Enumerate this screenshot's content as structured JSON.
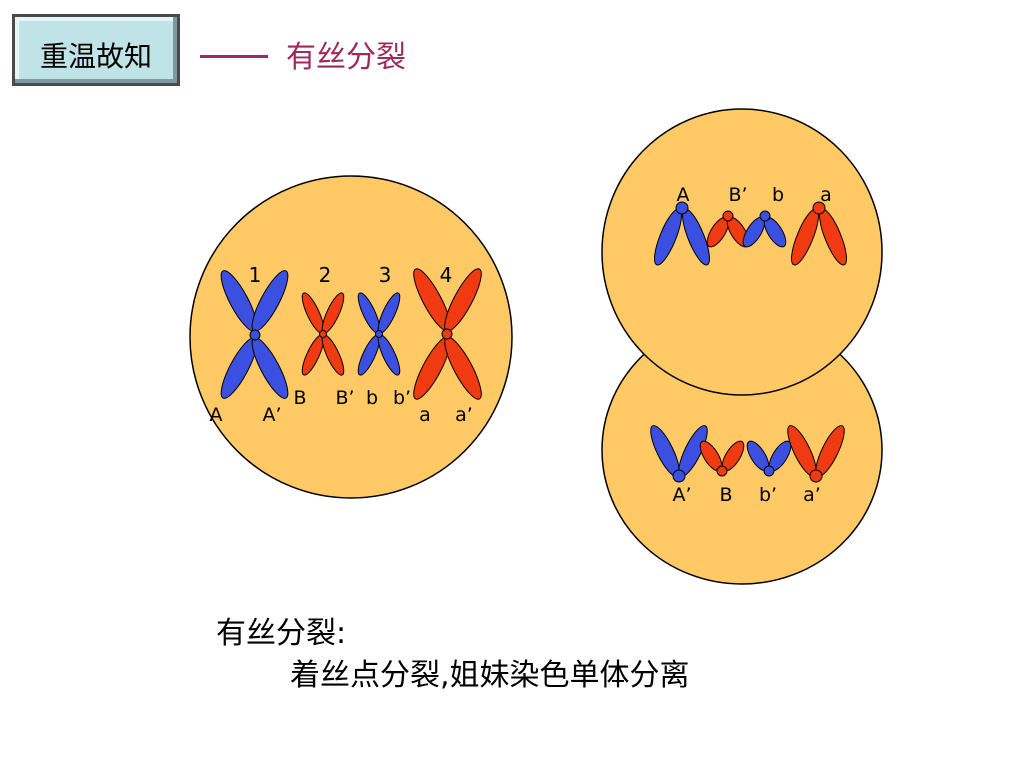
{
  "header": {
    "tag_label": "重温故知",
    "title": "有丝分裂"
  },
  "cell_left": {
    "numbers": [
      "1",
      "2",
      "3",
      "4"
    ],
    "labels": [
      "A",
      "A’",
      "B",
      "B’",
      "b",
      "b’",
      "a",
      "a’"
    ]
  },
  "cell_right_top": {
    "labels": [
      "A",
      "B’",
      "b",
      "a"
    ]
  },
  "cell_right_bottom": {
    "labels": [
      "A’",
      "B",
      "b’",
      "a’"
    ]
  },
  "caption": {
    "line1": "有丝分裂:",
    "line2": "着丝点分裂,姐妹染色单体分离"
  },
  "colors": {
    "cell": "#ffc966",
    "blue": "#3b4fe0",
    "red": "#f03a12",
    "title": "#9e2a5c"
  }
}
